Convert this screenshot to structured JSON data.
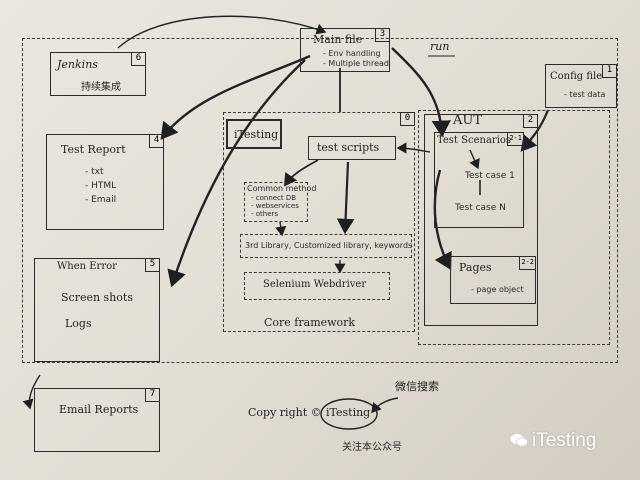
{
  "main_file": {
    "title": "Main file",
    "number": "3",
    "items": [
      "- Env handling",
      "- Multiple thread"
    ],
    "run": "run"
  },
  "jenkins": {
    "title": "Jenkins",
    "number": "6",
    "subtitle": "持续集成"
  },
  "config_file": {
    "title": "Config file",
    "number": "1",
    "item": "- test data"
  },
  "test_report": {
    "title": "Test Report",
    "number": "4",
    "items": [
      "- txt",
      "- HTML",
      "- Email"
    ]
  },
  "core": {
    "badge": "iTesting",
    "number": "0",
    "test_scripts": "test scripts",
    "common_methods": {
      "title": "Common method",
      "items": [
        "- connect DB",
        "- webservices",
        "- others"
      ]
    },
    "libraries": "3rd Library, Customized library, keywords",
    "selenium": "Selenium Webdriver",
    "label": "Core framework"
  },
  "aut": {
    "title": "AUT",
    "number": "2",
    "scenarios": "Test Scenarios",
    "scenarios_number": "2-1",
    "case1": "Test case 1",
    "caseN": "Test case N",
    "pages": "Pages",
    "pages_number": "2-2",
    "page_object": "- page object"
  },
  "when_error": {
    "title": "When Error",
    "number": "5",
    "items": [
      "Screen shots",
      "Logs"
    ]
  },
  "email_reports": {
    "title": "Email Reports",
    "number": "7"
  },
  "footer": {
    "copyright": "Copy right ©",
    "badge": "iTesting",
    "search": "微信搜索",
    "follow": "关注本公众号"
  },
  "watermark": {
    "text": "iTesting"
  },
  "colors": {
    "paper": "#e6e2da",
    "ink": "#222222",
    "watermark": "#ffffff"
  }
}
